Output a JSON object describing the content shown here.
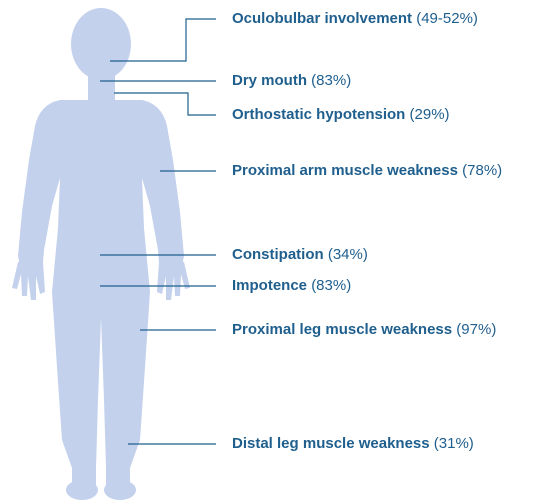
{
  "figure": {
    "body_color": "#c3d1ed",
    "line_color": "#1f5f8e",
    "text_color": "#1f5f8e"
  },
  "symptoms": [
    {
      "name": "Oculobulbar involvement",
      "pct": "(49-52%)"
    },
    {
      "name": "Dry mouth",
      "pct": "(83%)"
    },
    {
      "name": "Orthostatic hypotension",
      "pct": "(29%)"
    },
    {
      "name": "Proximal arm muscle weakness",
      "pct": "(78%)"
    },
    {
      "name": "Constipation",
      "pct": "(34%)"
    },
    {
      "name": "Impotence",
      "pct": "(83%)"
    },
    {
      "name": "Proximal leg muscle weakness",
      "pct": "(97%)"
    },
    {
      "name": "Distal leg muscle weakness",
      "pct": "(31%)"
    }
  ]
}
